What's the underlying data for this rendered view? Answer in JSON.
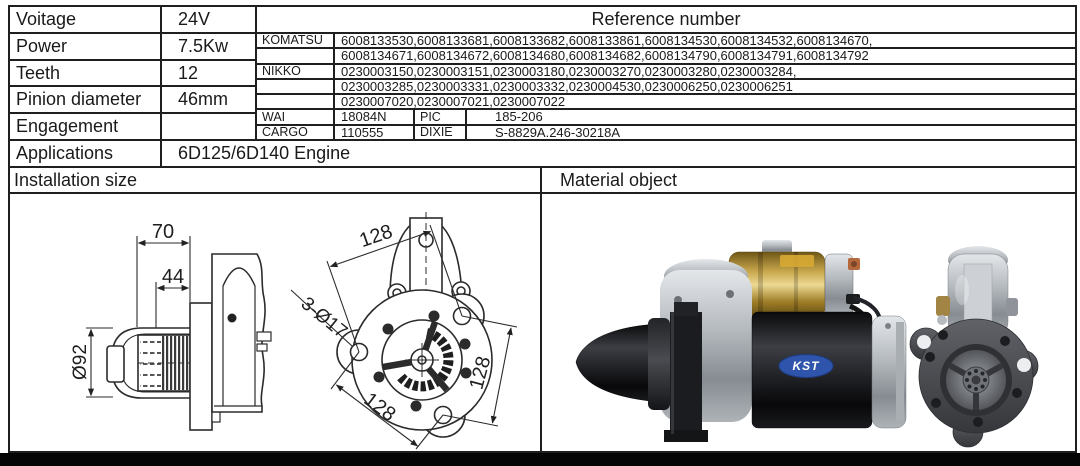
{
  "specs": {
    "rows": [
      {
        "label": "Voitage",
        "value": "24V"
      },
      {
        "label": "Power",
        "value": "7.5Kw"
      },
      {
        "label": "Teeth",
        "value": "12"
      },
      {
        "label": "Pinion diameter",
        "value": "46mm"
      },
      {
        "label": "Engagement",
        "value": ""
      }
    ],
    "applications_label": "Applications",
    "applications_value": "6D125/6D140 Engine"
  },
  "reference": {
    "title": "Reference number",
    "rows": [
      {
        "brand": "KOMATSU",
        "numbers": "6008133530,6008133681,6008133682,6008133861,6008134530,6008134532,6008134670,"
      },
      {
        "brand": "",
        "numbers": "6008134671,6008134672,6008134680,6008134682,6008134790,6008134791,6008134792"
      },
      {
        "brand": "NIKKO",
        "numbers": "0230003150,0230003151,0230003180,0230003270,0230003280,0230003284,"
      },
      {
        "brand": "",
        "numbers": "0230003285,0230003331,0230003332,0230004530,0230006250,0230006251"
      },
      {
        "brand": "",
        "numbers": "0230007020,0230007021,0230007022"
      }
    ],
    "cross_rows": [
      {
        "brand": "WAI",
        "number": "18084N",
        "brand2": "PIC",
        "number2": "185-206"
      },
      {
        "brand": "CARGO",
        "number": "110555",
        "brand2": "DIXIE",
        "number2": "S-8829A.246-30218A"
      }
    ]
  },
  "sections": {
    "installation": "Installation size",
    "material": "Material object"
  },
  "drawing": {
    "dim_70": "70",
    "dim_44": "44",
    "dim_d92": "Ø92",
    "dim_128a": "128",
    "dim_128b": "128",
    "dim_128c": "128",
    "dim_3d17": "3-Ø17"
  },
  "photo": {
    "logo": "KST"
  },
  "colors": {
    "border": "#1f1f1f",
    "solenoid_gold": "#caa94e",
    "motor_black": "#0a0a0b",
    "housing_silver": "#b4b9be",
    "logo_blue": "#2e55ab",
    "flange_gray": "#4a4b4f"
  }
}
